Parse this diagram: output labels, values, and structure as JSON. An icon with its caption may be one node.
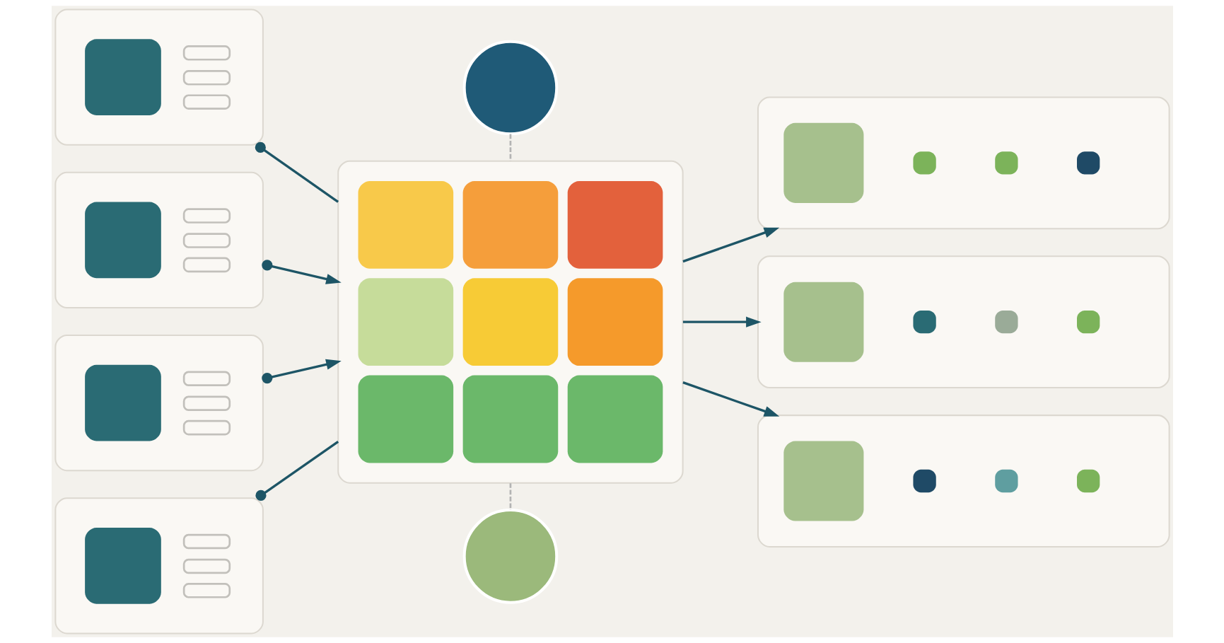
{
  "diagram": {
    "nodes": [
      {
        "text": [],
        "shape": "box"
      },
      {
        "text": [],
        "shape": "box"
      },
      {
        "text": [],
        "shape": "box"
      },
      {
        "text": [],
        "shape": "box"
      },
      {
        "text": [],
        "shape": "circle"
      },
      {
        "text": [],
        "shape": "box"
      },
      {
        "text": [],
        "shape": "circle"
      },
      {
        "text": [],
        "shape": "box"
      },
      {
        "text": [],
        "shape": "box"
      },
      {
        "text": [],
        "shape": "box"
      }
    ],
    "edges": [
      {
        "from": 0,
        "to": 5,
        "arrow": "other"
      },
      {
        "from": 1,
        "to": 5,
        "arrow": "to"
      },
      {
        "from": 2,
        "to": 5,
        "arrow": "to"
      },
      {
        "from": 3,
        "to": 5,
        "arrow": "other"
      },
      {
        "from": 4,
        "to": 5,
        "arrow": "none",
        "style": "dashed",
        "color": "#b3b3b3"
      },
      {
        "from": 5,
        "to": 6,
        "arrow": "none",
        "style": "dashed",
        "color": "#b3b3b3"
      },
      {
        "from": 5,
        "to": 7,
        "arrow": "to"
      },
      {
        "from": 5,
        "to": 8,
        "arrow": "to"
      },
      {
        "from": 5,
        "to": 9,
        "arrow": "to"
      }
    ]
  }
}
